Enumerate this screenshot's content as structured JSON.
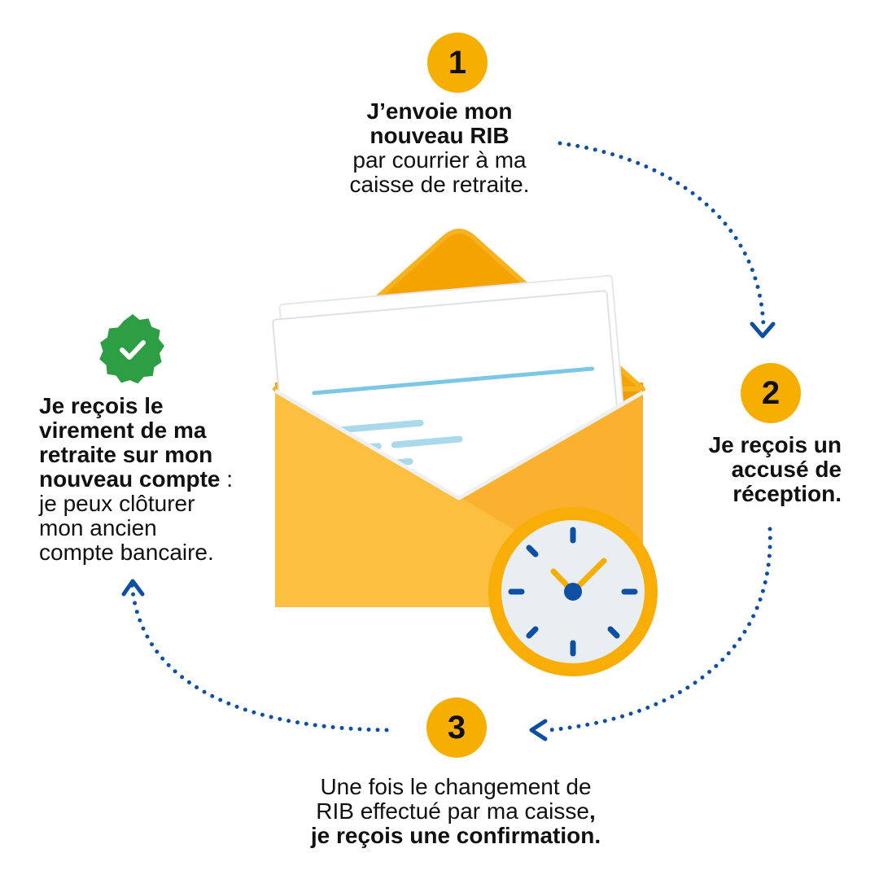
{
  "steps": [
    {
      "number": "1",
      "lines": [
        {
          "parts": [
            {
              "text": "J’envoie mon",
              "bold": true
            }
          ]
        },
        {
          "parts": [
            {
              "text": "nouveau RIB",
              "bold": true
            }
          ]
        },
        {
          "parts": [
            {
              "text": "par courrier à ma",
              "bold": false
            }
          ]
        },
        {
          "parts": [
            {
              "text": "caisse de retraite.",
              "bold": false
            }
          ]
        }
      ]
    },
    {
      "number": "2",
      "lines": [
        {
          "parts": [
            {
              "text": "Je reçois un",
              "bold": true
            }
          ]
        },
        {
          "parts": [
            {
              "text": "accusé de",
              "bold": true
            }
          ]
        },
        {
          "parts": [
            {
              "text": "réception.",
              "bold": true
            }
          ]
        }
      ]
    },
    {
      "number": "3",
      "lines": [
        {
          "parts": [
            {
              "text": "Une fois le changement de",
              "bold": false
            }
          ]
        },
        {
          "parts": [
            {
              "text": "RIB effectué par ma caisse",
              "bold": false
            },
            {
              "text": ",",
              "bold": true
            }
          ]
        },
        {
          "parts": [
            {
              "text": "je reçois une confirmation.",
              "bold": true
            }
          ]
        }
      ]
    }
  ],
  "final": {
    "icon": "check-badge-icon",
    "lines": [
      {
        "parts": [
          {
            "text": "Je reçois le",
            "bold": true
          }
        ]
      },
      {
        "parts": [
          {
            "text": "virement de ma",
            "bold": true
          }
        ]
      },
      {
        "parts": [
          {
            "text": "retraite sur mon",
            "bold": true
          }
        ]
      },
      {
        "parts": [
          {
            "text": "nouveau compte",
            "bold": true
          },
          {
            "text": " :",
            "bold": false
          }
        ]
      },
      {
        "parts": [
          {
            "text": "je peux clôturer",
            "bold": false
          }
        ]
      },
      {
        "parts": [
          {
            "text": "mon ancien",
            "bold": false
          }
        ]
      },
      {
        "parts": [
          {
            "text": "compte bancaire.",
            "bold": false
          }
        ]
      }
    ]
  },
  "illustration": {
    "icon": "envelope-with-letter-and-clock-icon"
  },
  "colors": {
    "badge": "#F6AE00",
    "arrow": "#0D4FA3",
    "check_badge": "#2E9E44",
    "envelope_front": "#FDBF3F",
    "envelope_flap": "#F5A300",
    "clock_ring": "#F8AE07",
    "clock_face": "#E9EEF2",
    "clock_hands": "#F6AE00",
    "text": "#111111"
  }
}
